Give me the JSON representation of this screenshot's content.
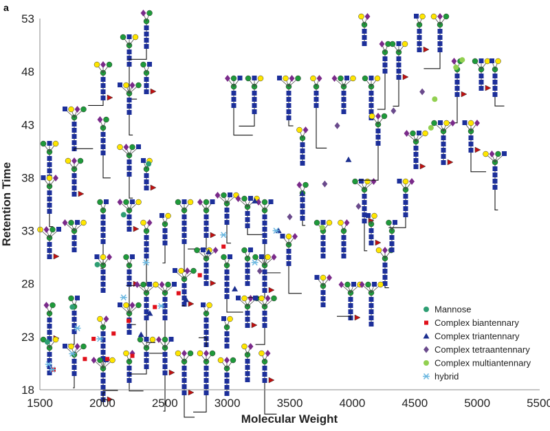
{
  "panel_label": "a",
  "colors": {
    "mannose": "#2e9e73",
    "biantennary": "#e0101a",
    "triantennary": "#1c2f8f",
    "tetraantennary": "#6a4a8c",
    "multiantennary": "#92d050",
    "hybrid": "#6ab7e0",
    "glycan_green": "#1e9a3a",
    "glycan_blue": "#1c2f9a",
    "glycan_yellow": "#ffe600",
    "glycan_purple": "#7a2a8a",
    "glycan_red": "#c01010"
  },
  "chart_data": {
    "type": "scatter",
    "title": "",
    "xlabel": "Molecular Weight",
    "ylabel": "Retention Time",
    "xlim": [
      1500,
      5500
    ],
    "ylim": [
      18,
      53
    ],
    "xticks": [
      1500,
      2000,
      2500,
      3000,
      3500,
      4000,
      4500,
      5000,
      5500
    ],
    "yticks": [
      18,
      23,
      28,
      33,
      38,
      43,
      48,
      53
    ],
    "grid": false,
    "legend_position": "bottom-right",
    "series": [
      {
        "name": "Mannose",
        "marker": "circle",
        "color_key": "mannose",
        "points": [
          {
            "x": 1560,
            "y": 22.5
          },
          {
            "x": 1760,
            "y": 25.8
          },
          {
            "x": 1960,
            "y": 29.8
          },
          {
            "x": 2170,
            "y": 34.5
          },
          {
            "x": 2370,
            "y": 39.3
          }
        ]
      },
      {
        "name": "Complex biantennary",
        "marker": "square",
        "color_key": "biantennary",
        "points": [
          {
            "x": 1610,
            "y": 19.9
          },
          {
            "x": 1860,
            "y": 20.9
          },
          {
            "x": 1930,
            "y": 22.8
          },
          {
            "x": 2040,
            "y": 20.9
          },
          {
            "x": 2090,
            "y": 23.3
          },
          {
            "x": 2210,
            "y": 24.5
          },
          {
            "x": 2240,
            "y": 21.2
          },
          {
            "x": 2420,
            "y": 25.8
          },
          {
            "x": 2610,
            "y": 27.1
          },
          {
            "x": 2780,
            "y": 28.8
          },
          {
            "x": 2970,
            "y": 31.5
          }
        ]
      },
      {
        "name": "Complex triantennary",
        "marker": "triangle",
        "color_key": "triantennary",
        "points": [
          {
            "x": 2310,
            "y": 23.2
          },
          {
            "x": 2380,
            "y": 25.2
          },
          {
            "x": 2670,
            "y": 26.5
          },
          {
            "x": 2850,
            "y": 31.0
          },
          {
            "x": 3060,
            "y": 27.5
          },
          {
            "x": 3220,
            "y": 35.8
          },
          {
            "x": 3410,
            "y": 33.0
          },
          {
            "x": 3600,
            "y": 36.5
          },
          {
            "x": 3970,
            "y": 39.7
          }
        ]
      },
      {
        "name": "Complex tetraantennary",
        "marker": "diamond",
        "color_key": "tetraantennary",
        "points": [
          {
            "x": 3260,
            "y": 29.2
          },
          {
            "x": 3500,
            "y": 34.3
          },
          {
            "x": 3780,
            "y": 37.4
          },
          {
            "x": 3880,
            "y": 42.9
          },
          {
            "x": 4050,
            "y": 35.3
          },
          {
            "x": 4330,
            "y": 44.3
          },
          {
            "x": 4560,
            "y": 46.1
          }
        ]
      },
      {
        "name": "Complex multiantennary",
        "marker": "circle",
        "color_key": "multiantennary",
        "points": [
          {
            "x": 3760,
            "y": 33.3
          },
          {
            "x": 4630,
            "y": 42.7
          },
          {
            "x": 4660,
            "y": 45.4
          },
          {
            "x": 4830,
            "y": 48.4
          },
          {
            "x": 4880,
            "y": 49.1
          }
        ]
      },
      {
        "name": "hybrid",
        "marker": "asterisk",
        "color_key": "hybrid",
        "points": [
          {
            "x": 1570,
            "y": 20.4
          },
          {
            "x": 1600,
            "y": 19.9
          },
          {
            "x": 1760,
            "y": 21.4
          },
          {
            "x": 1800,
            "y": 23.8
          },
          {
            "x": 1980,
            "y": 22.8
          },
          {
            "x": 2170,
            "y": 26.7
          },
          {
            "x": 2350,
            "y": 30.0
          },
          {
            "x": 2470,
            "y": 25.9
          },
          {
            "x": 2970,
            "y": 32.6
          },
          {
            "x": 3220,
            "y": 30.0
          },
          {
            "x": 3390,
            "y": 33.0
          }
        ]
      }
    ]
  }
}
